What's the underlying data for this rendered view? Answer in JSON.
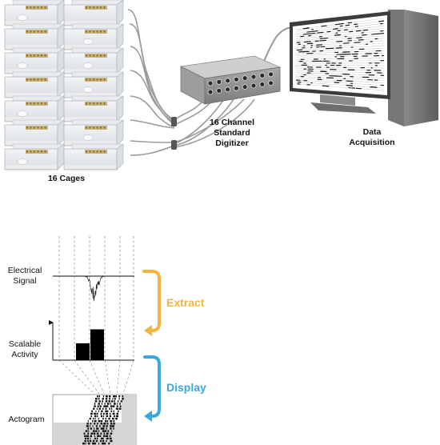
{
  "top": {
    "cages_label": "16 Cages",
    "digitizer_label_line1": "16 Channel",
    "digitizer_label_line2": "Standard",
    "digitizer_label_line3": "Digitizer",
    "acq_label_line1": "Data",
    "acq_label_line2": "Acquisition"
  },
  "bottom": {
    "electrical_line1": "Electrical",
    "electrical_line2": "Signal",
    "scalable_line1": "Scalable",
    "scalable_line2": "Activity",
    "actogram": "Actogram",
    "extract": "Extract",
    "display": "Display"
  },
  "colors": {
    "extract": "#f2b63c",
    "display": "#3aa8dd",
    "ink": "#111111"
  },
  "activity_bars": [
    0.45,
    0.82
  ]
}
